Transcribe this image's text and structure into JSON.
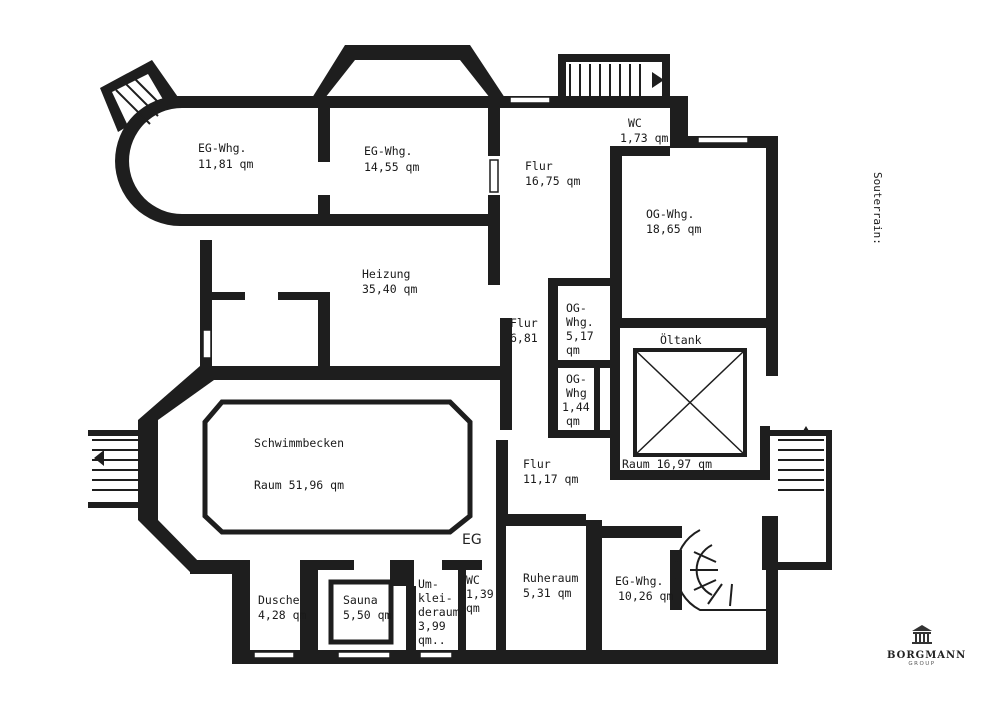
{
  "title": "Souterrain:",
  "annotation": "EG",
  "brand": {
    "name": "BORGMANN",
    "sub": "GROUP"
  },
  "rooms": {
    "eg1": {
      "name": "EG-Whg.",
      "area": "11,81 qm"
    },
    "eg2": {
      "name": "EG-Whg.",
      "area": "14,55 qm"
    },
    "flur1": {
      "name": "Flur",
      "area": "16,75 qm"
    },
    "wc1": {
      "name": "WC",
      "area": "1,73 qm"
    },
    "og1": {
      "name": "OG-Whg.",
      "area": "18,65 qm"
    },
    "heizung": {
      "name": "Heizung",
      "area": "35,40 qm"
    },
    "flur2": {
      "name": "Flur",
      "area": "6,81"
    },
    "og2": {
      "l1": "OG-",
      "l2": "Whg.",
      "l3": "5,17",
      "l4": "qm"
    },
    "og3": {
      "l1": "OG-",
      "l2": "Whg",
      "l3": "1,44",
      "l4": "qm"
    },
    "oeltank": {
      "name": "Öltank"
    },
    "raum": {
      "text": "Raum 16,97 qm"
    },
    "pool": {
      "name": "Schwimmbecken",
      "area": "Raum 51,96 qm"
    },
    "flur3": {
      "name": "Flur",
      "area": "11,17 qm"
    },
    "dusche": {
      "name": "Dusche",
      "area": "4,28 qm"
    },
    "sauna": {
      "name": "Sauna",
      "area": "5,50 qm"
    },
    "umkleide": {
      "l1": "Um-",
      "l2": "klei-",
      "l3": "deraum",
      "l4": "3,99",
      "l5": "qm.."
    },
    "wc2": {
      "name": "WC",
      "area": "1,39",
      "unit": "qm"
    },
    "ruhe": {
      "name": "Ruheraum",
      "area": "5,31 qm"
    },
    "eg3": {
      "name": "EG-Whg.",
      "area": "10,26 qm"
    }
  }
}
